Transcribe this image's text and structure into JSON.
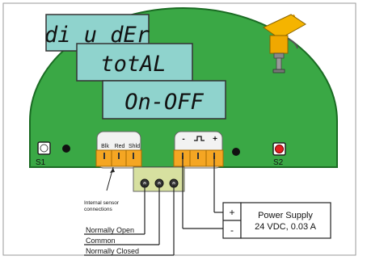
{
  "displays": [
    {
      "id": "divider",
      "text": "di u dEr"
    },
    {
      "id": "total",
      "text": "totAL"
    },
    {
      "id": "onoff",
      "text": "On-OFF"
    }
  ],
  "sensor_terminal": {
    "labels": [
      "Blk",
      "Red",
      "Shld"
    ]
  },
  "power_terminal": {
    "labels": [
      "-",
      "⎍",
      "+"
    ]
  },
  "switches": {
    "s1": "S1",
    "s2": "S2"
  },
  "annotations": {
    "internal_sensor": [
      "Internal sensor",
      "connections"
    ],
    "normally_open": "Normally Open",
    "common": "Common",
    "normally_closed": "Normally Closed"
  },
  "power_supply": {
    "plus": "+",
    "minus": "-",
    "line1": "Power Supply",
    "line2": "24 VDC, 0.03 A"
  },
  "colors": {
    "board": "#3aa845",
    "board_stroke": "#1a6b23",
    "lcd": "#8fd3cd",
    "terminal_block": "#f2f2f2",
    "terminal_orange": "#f5a623",
    "relay_block": "#d7e0a0",
    "s2_button": "#e02020"
  }
}
